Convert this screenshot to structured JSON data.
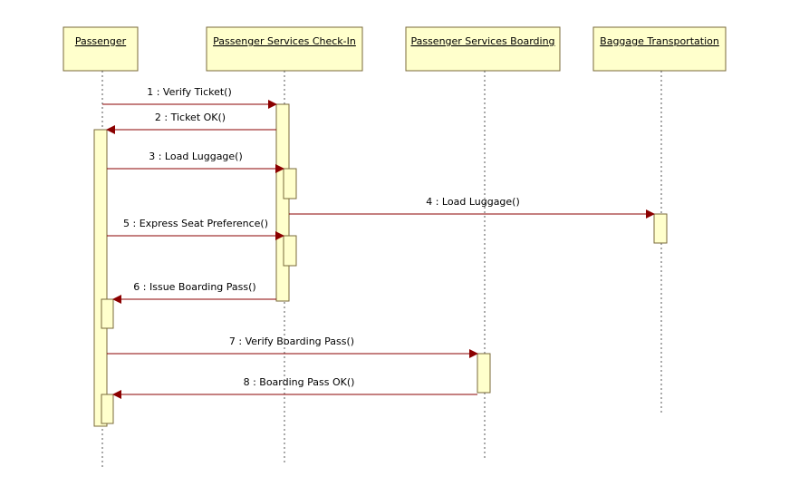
{
  "colors": {
    "participant_fill": "#ffffcc",
    "participant_stroke": "#7a6a3a",
    "activation_fill": "#ffffcc",
    "activation_stroke": "#7a6a3a",
    "message_line": "#8b0000",
    "lifeline": "#555555"
  },
  "participants": [
    {
      "name": "Passenger"
    },
    {
      "name": "Passenger Services Check-In"
    },
    {
      "name": "Passenger Services Boarding"
    },
    {
      "name": "Baggage Transportation"
    }
  ],
  "messages": [
    {
      "label": "1 : Verify Ticket()",
      "from": 0,
      "to": 1
    },
    {
      "label": "2 : Ticket OK()",
      "from": 1,
      "to": 0
    },
    {
      "label": "3 : Load Luggage()",
      "from": 0,
      "to": 1
    },
    {
      "label": "4 : Load Luggage()",
      "from": 1,
      "to": 3
    },
    {
      "label": "5 : Express Seat Preference()",
      "from": 0,
      "to": 1
    },
    {
      "label": "6 : Issue Boarding Pass()",
      "from": 1,
      "to": 0
    },
    {
      "label": "7 : Verify Boarding Pass()",
      "from": 0,
      "to": 2
    },
    {
      "label": "8 : Boarding Pass OK()",
      "from": 2,
      "to": 0
    }
  ]
}
